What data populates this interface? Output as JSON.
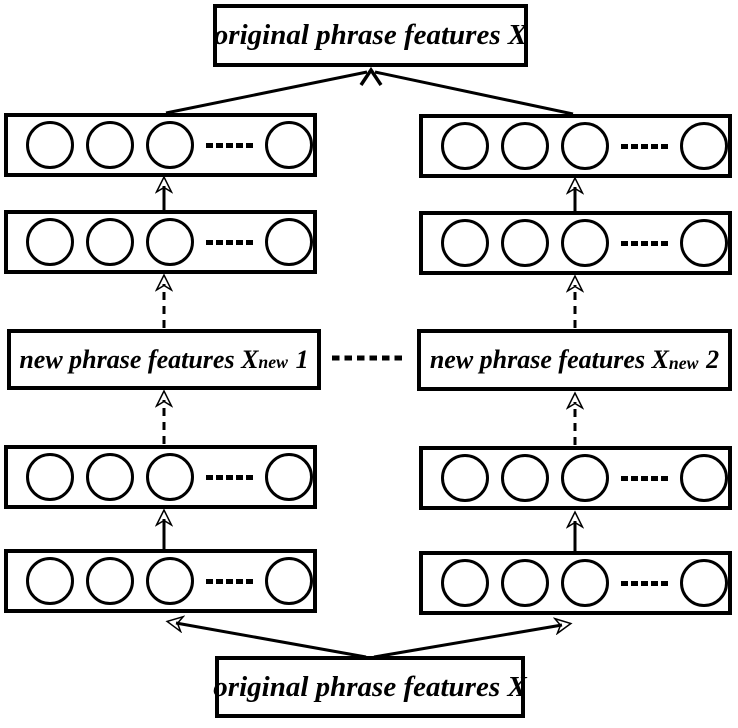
{
  "colors": {
    "ink": "#000000",
    "paper": "#ffffff"
  },
  "nodes": {
    "top_box": {
      "label": "original phrase features X"
    },
    "bottom_box": {
      "label": "original phrase features X"
    },
    "left_branch_box": {
      "prefix": "new phrase features X",
      "subscript": "new",
      "suffix": "1"
    },
    "right_branch_box": {
      "prefix": "new phrase features X",
      "subscript": "new",
      "suffix": "2"
    }
  }
}
